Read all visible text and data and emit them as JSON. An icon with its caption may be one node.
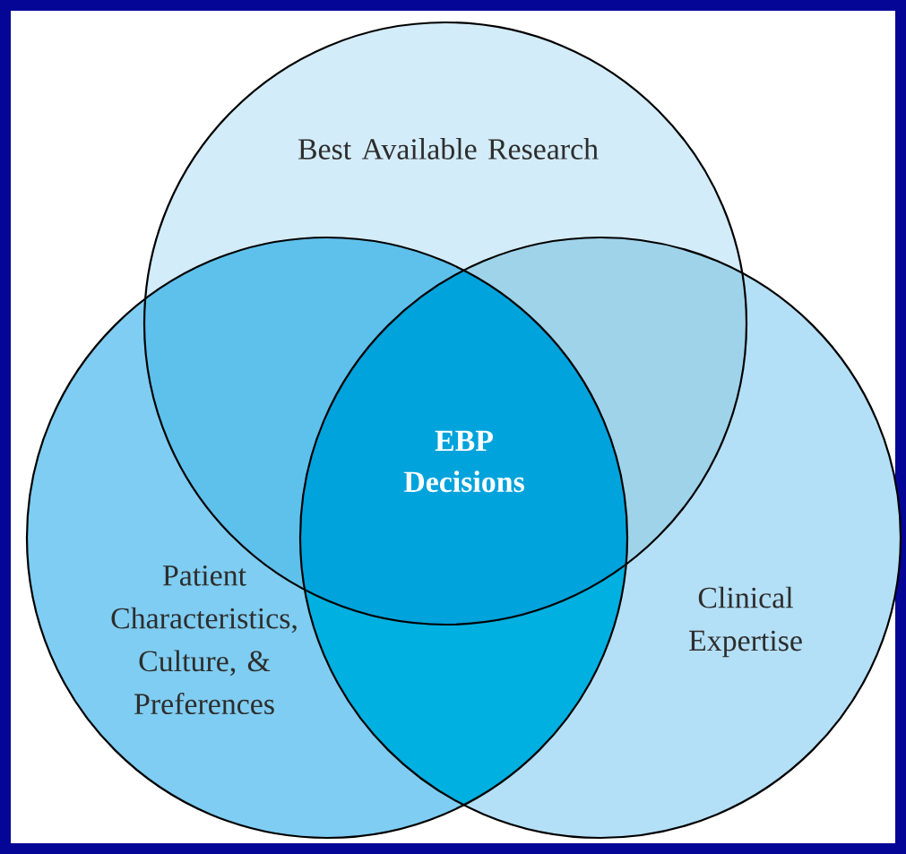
{
  "diagram": {
    "nodes": [
      {
        "text": [
          "Best Available Research"
        ]
      },
      {
        "text": [
          "Patient Characteristics, Culture, & Preferences"
        ]
      },
      {
        "text": [
          "Clinical Expertise"
        ]
      }
    ],
    "labels": [
      "EBP Decisions"
    ]
  }
}
